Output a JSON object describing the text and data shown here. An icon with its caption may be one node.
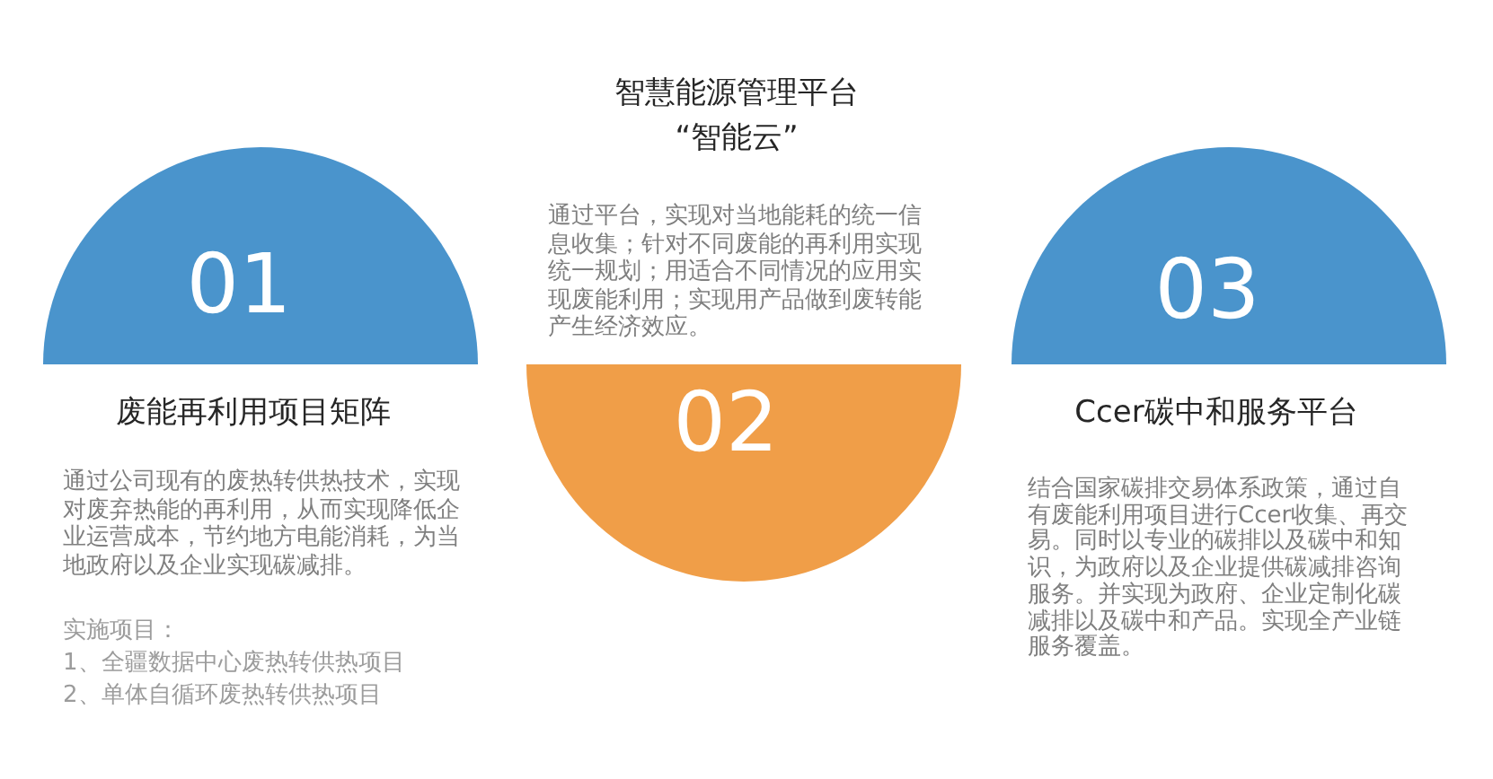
{
  "diagram": {
    "nodes": [
      {
        "text": [
          "01",
          "废能再利用项目矩阵",
          "通过公司现有的废热转供热技术，实现对废弃热能的再利用，从而实现降低企业运营成本，节约地方电能消耗，为当地政府以及企业实现碳减排。"
        ]
      },
      {
        "text": [
          "智慧能源管理平台“智能云”",
          "通过平台，实现对当地能耗的统一信息收集；针对不同废能的再利用实现统一规划；用适合不同情况的应用实现废能利用；实现用产品做到废转能产生经济效应。",
          "02"
        ]
      },
      {
        "text": [
          "03",
          "Ccer碳中和服务平台",
          "结合国家碳排交易体系政策，通过自有废能利用项目进行Ccer收集、再交易。同时以专业的碳排以及碳中和知识，为政府以及企业提供碳减排咨询服务。并实现为政府、企业定制化碳减排以及碳中和产品。实现全产业链服务覆盖。"
        ]
      }
    ],
    "labels": [
      "实施项目：",
      "1、全疆数据中心废热转供热项目",
      "2、单体自循环废热转供热项目"
    ]
  }
}
